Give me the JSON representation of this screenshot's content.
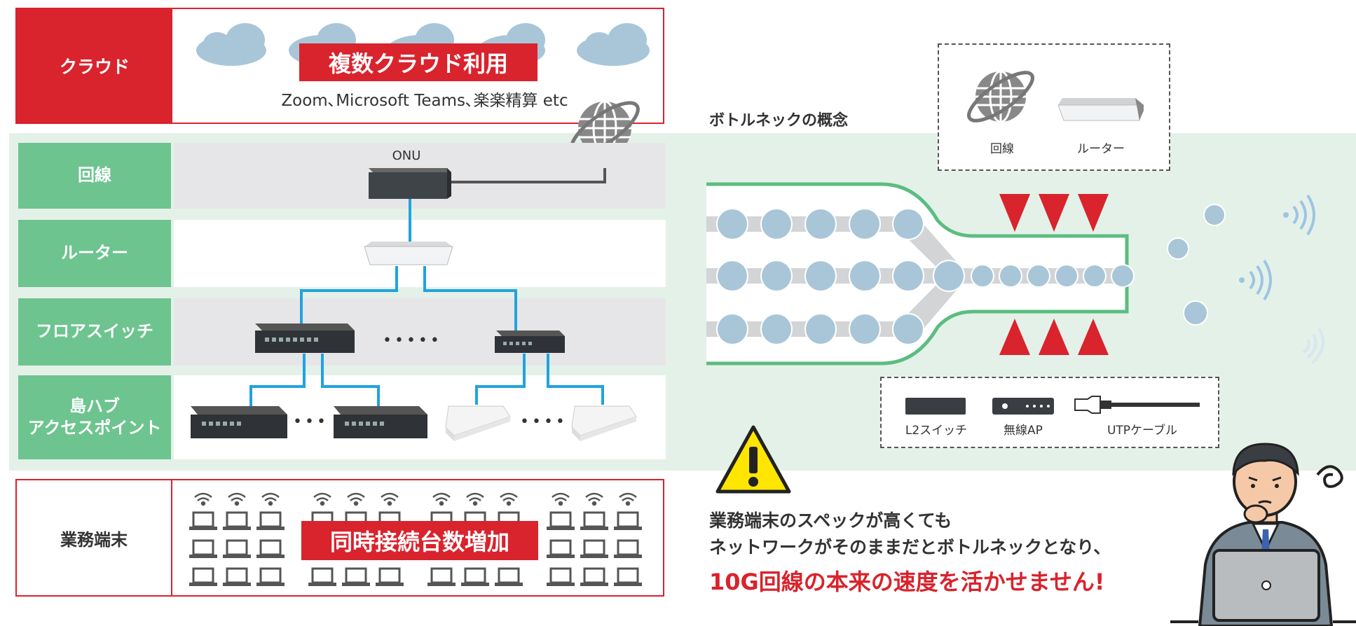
{
  "cloud": {
    "label": "クラウド",
    "banner": "複数クラウド利用",
    "services": "Zoom､Microsoft Teams､楽楽精算 etc"
  },
  "layers": {
    "line": "回線",
    "router": "ルーター",
    "floor_switch": "フロアスイッチ",
    "hub_ap_line1": "島ハブ",
    "hub_ap_line2": "アクセスポイント"
  },
  "onu_label": "ONU",
  "dots": "•••••",
  "dots_short": "•••",
  "dots_mid": "••••",
  "terminals": {
    "label": "業務端末",
    "banner": "同時接続台数増加"
  },
  "bottleneck": {
    "title": "ボトルネックの概念"
  },
  "legend_top": {
    "line": "回線",
    "router": "ルーター"
  },
  "legend_bottom": {
    "l2switch": "L2スイッチ",
    "wireless_ap": "無線AP",
    "utp": "UTPケーブル"
  },
  "message": {
    "line1": "業務端末のスペックが高くても",
    "line2": "ネットワークがそのままだとボトルネックとなり、",
    "line3": "10G回線の本来の速度を活かせません!"
  },
  "colors": {
    "accent_red": "#d9232d",
    "accent_green": "#6dc48f",
    "band_green": "#e4f1e8",
    "cable_blue": "#1fa3e0",
    "packet_blue": "#a9c6d8"
  }
}
